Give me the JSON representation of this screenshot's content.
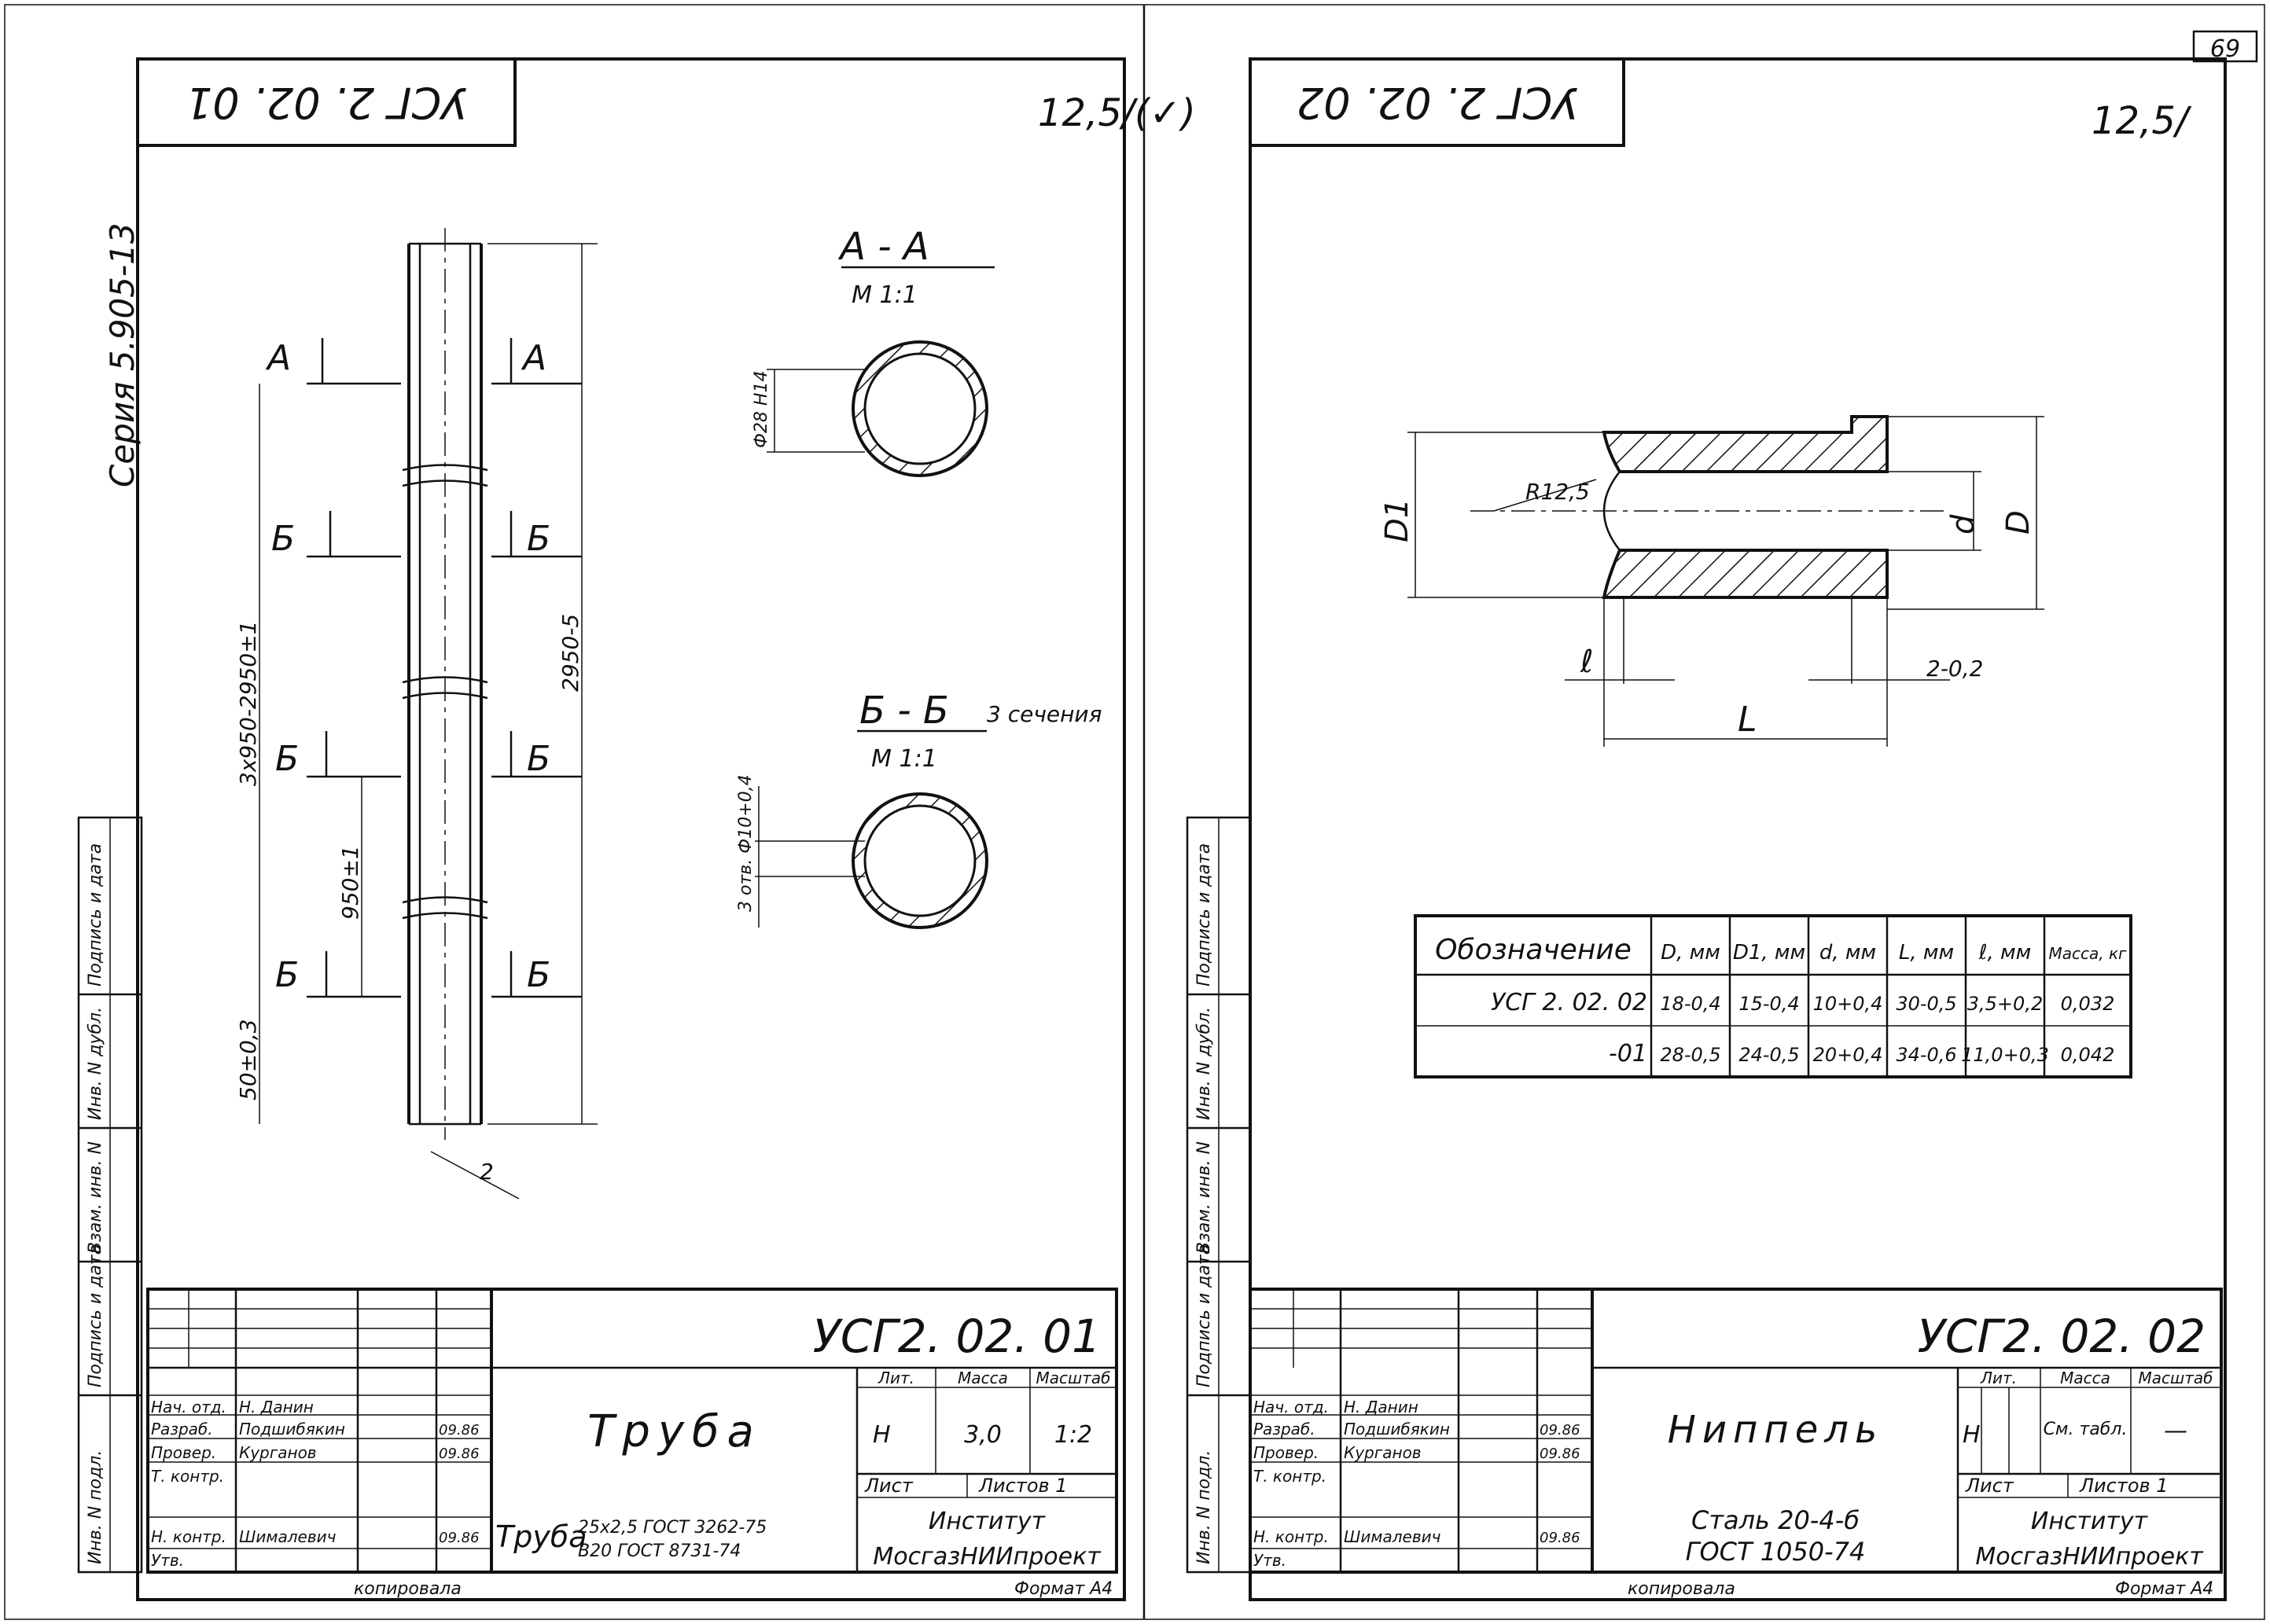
{
  "page_number": "69",
  "series": "Серия 5.905-13",
  "side_stamp_labels": [
    "Инв. N подл.",
    "Подпись и дата",
    "Взам. инв. N",
    "Инв. N дубл.",
    "Подпись и дата"
  ],
  "left_sheet": {
    "rotated_code": "УСГ 2. 02. 01",
    "roughness": "12,5/(✓)",
    "section_aa_label": "А - А",
    "section_aa_scale": "М 1:1",
    "section_bb_label": "Б - Б",
    "section_bb_note": "3 сечения",
    "section_bb_scale": "М 1:1",
    "dim_outer": "Ф28 H14",
    "dim_holes": "3 отв. Ф10+0,4",
    "dim_total": "2950-5",
    "dim_step": "3x950-2950±1",
    "dim_middle": "950±1",
    "dim_end": "50±0,3",
    "dim_wall": "2",
    "cut_labels": [
      "А",
      "А",
      "Б",
      "Б",
      "Б",
      "Б",
      "Б",
      "Б"
    ],
    "title": {
      "code": "УСГ2. 02. 01",
      "name": "Труба",
      "material_prefix": "Труба",
      "material_line1": "25x2,5 ГОСТ 3262-75",
      "material_line2": "В20 ГОСТ 8731-74",
      "lit_header": "Лит.",
      "mass_header": "Масса",
      "scale_header": "Масштаб",
      "lit_value": "Н",
      "mass_value": "3,0",
      "scale_value": "1:2",
      "sheet_label": "Лист",
      "sheets_label": "Листов 1",
      "institute_line1": "Институт",
      "institute_line2": "МосгазНИИпроект",
      "roles": [
        "Нач. отд.",
        "Разраб.",
        "Провер.",
        "Т. контр.",
        "",
        "Н. контр.",
        "Утв."
      ],
      "names": [
        "Н. Данин",
        "Подшибякин",
        "Курганов",
        "",
        "",
        "Шималевич",
        ""
      ],
      "dates": [
        "",
        "09.86",
        "09.86",
        "",
        "",
        "09.86",
        ""
      ],
      "copied": "копировала",
      "format": "Формат А4"
    }
  },
  "right_sheet": {
    "rotated_code": "УСГ 2. 02. 02",
    "roughness": "12,5/",
    "radius": "R12,5",
    "dim_d1": "D1",
    "dim_d": "d",
    "dim_D": "D",
    "dim_l": "ℓ",
    "dim_L": "L",
    "dim_chamfer": "2-0,2",
    "table": {
      "headers": [
        "Обозначение",
        "D, мм",
        "D1, мм",
        "d, мм",
        "L, мм",
        "ℓ, мм",
        "Масса, кг"
      ],
      "rows": [
        [
          "УСГ 2. 02. 02",
          "18-0,4",
          "15-0,4",
          "10+0,4",
          "30-0,5",
          "3,5+0,2",
          "0,032"
        ],
        [
          "-01",
          "28-0,5",
          "24-0,5",
          "20+0,4",
          "34-0,6",
          "11,0+0,3",
          "0,042"
        ]
      ]
    },
    "title": {
      "code": "УСГ2. 02. 02",
      "name": "Ниппель",
      "material_line1": "Сталь 20-4-б",
      "material_line2": "ГОСТ 1050-74",
      "lit_header": "Лит.",
      "mass_header": "Масса",
      "scale_header": "Масштаб",
      "lit_value": "Н",
      "mass_value": "См. табл.",
      "scale_value": "—",
      "sheet_label": "Лист",
      "sheets_label": "Листов 1",
      "institute_line1": "Институт",
      "institute_line2": "МосгазНИИпроект",
      "roles": [
        "Нач. отд.",
        "Разраб.",
        "Провер.",
        "Т. контр.",
        "",
        "Н. контр.",
        "Утв."
      ],
      "names": [
        "Н. Данин",
        "Подшибякин",
        "Курганов",
        "",
        "",
        "Шималевич",
        ""
      ],
      "dates": [
        "",
        "09.86",
        "09.86",
        "",
        "",
        "09.86",
        ""
      ],
      "copied": "копировала",
      "format": "Формат А4"
    }
  }
}
